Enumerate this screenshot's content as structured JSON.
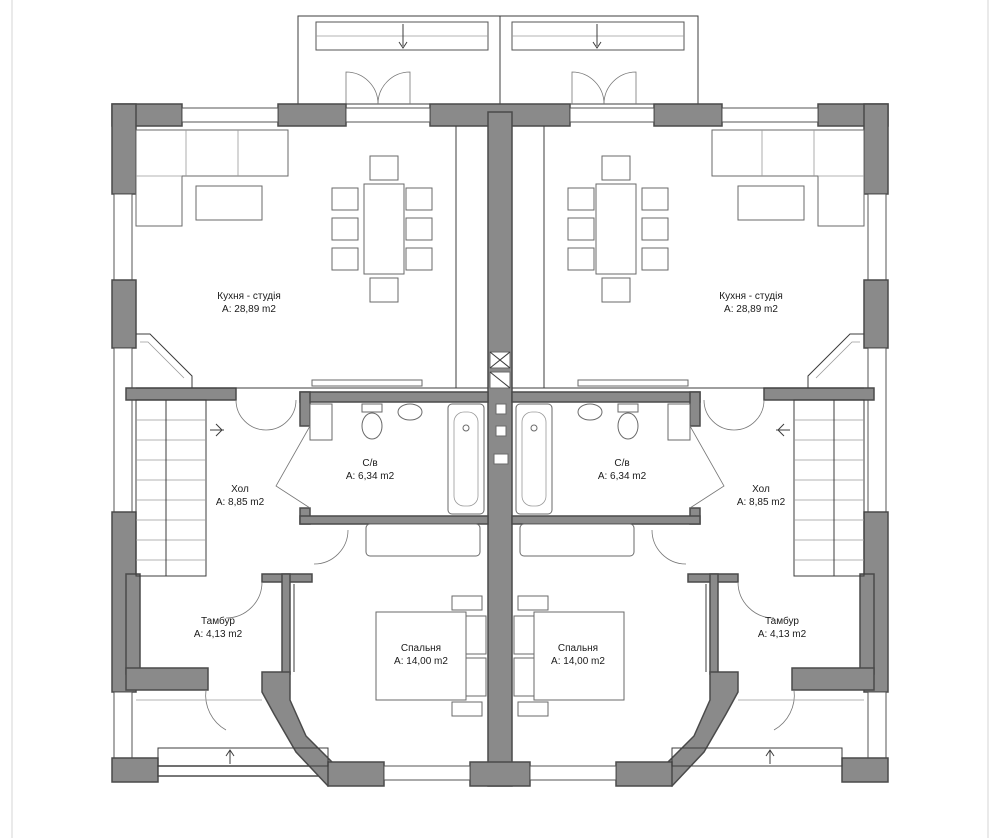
{
  "rooms": {
    "left": {
      "kitchen": {
        "name": "Кухня - студія",
        "area": "A: 28,89 m2"
      },
      "bathroom": {
        "name": "С/в",
        "area": "A: 6,34 m2"
      },
      "hall": {
        "name": "Хол",
        "area": "A: 8,85 m2"
      },
      "vestibule": {
        "name": "Тамбур",
        "area": "A: 4,13 m2"
      },
      "bedroom": {
        "name": "Спальня",
        "area": "A: 14,00 m2"
      }
    },
    "right": {
      "kitchen": {
        "name": "Кухня - студія",
        "area": "A: 28,89 m2"
      },
      "bathroom": {
        "name": "С/в",
        "area": "A: 6,34 m2"
      },
      "hall": {
        "name": "Хол",
        "area": "A: 8,85 m2"
      },
      "vestibule": {
        "name": "Тамбур",
        "area": "A: 4,13 m2"
      },
      "bedroom": {
        "name": "Спальня",
        "area": "A: 14,00 m2"
      }
    }
  },
  "colors": {
    "wall": "#8a8a8a",
    "line": "#3c3c3c",
    "background": "#ffffff"
  }
}
